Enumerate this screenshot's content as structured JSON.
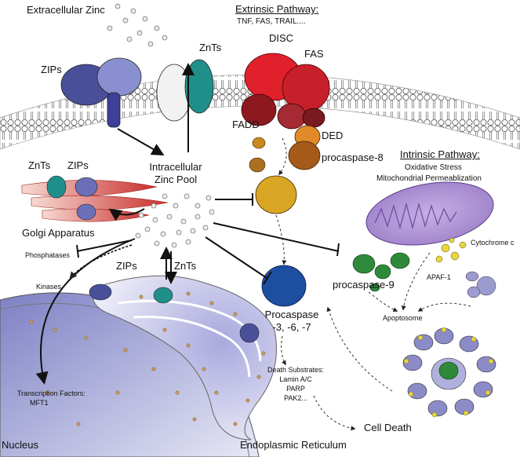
{
  "labels": {
    "extracellular_zinc": "Extracellular Zinc",
    "extrinsic_title": "Extrinsic Pathway:",
    "extrinsic_ligands": "TNF, FAS, TRAIL....",
    "disc": "DISC",
    "fas": "FAS",
    "fadd": "FADD",
    "ded": "DED",
    "procaspase8": "procaspase-8",
    "zips_membrane": "ZIPs",
    "znts_membrane": "ZnTs",
    "intracellular_pool_line1": "Intracellular",
    "intracellular_pool_line2": "Zinc Pool",
    "znts_golgi": "ZnTs",
    "zips_golgi": "ZIPs",
    "golgi": "Golgi Apparatus",
    "phosphatases": "Phosphatases",
    "kinases": "Kinases",
    "zips_er": "ZIPs",
    "znts_er": "ZnTs",
    "intrinsic_title": "Intrinsic Pathway:",
    "intrinsic_line1": "Oxidative Stress",
    "intrinsic_line2": "Mitochondrial Permeablization",
    "cytochrome_c": "Cytochrome c",
    "procaspase9": "procaspase-9",
    "apaf1": "APAF-1",
    "apoptosome": "Apoptosome",
    "procaspase_line1": "Procaspase",
    "procaspase_line2": "-3, -6, -7",
    "death_substrates_line1": "Death Substrates:",
    "death_substrates_line2": "Lamin A/C",
    "death_substrates_line3": "PARP",
    "death_substrates_line4": "PAK2...",
    "cell_death": "Cell Death",
    "transcription_line1": "Transcription Factors:",
    "transcription_line2": "MFT1",
    "nucleus": "Nucleus",
    "er": "Endoplasmic Reticulum"
  },
  "colors": {
    "zip_transporter": "#4a4f9a",
    "znt_transporter": "#1f8f8a",
    "disc_complex": "#c8202a",
    "procaspase8": "#c8891e",
    "procaspase_exec": "#1d4ea0",
    "procaspase9": "#2e8a3a",
    "cytochrome_c": "#e8d640",
    "mitochondrion": "#b79ad6",
    "golgi": "#d9534f",
    "nucleus": "#c9cbea",
    "er": "#b8b8e4",
    "zinc_ion": "#e6e6e6",
    "apaf1": "#9b9bd0"
  }
}
